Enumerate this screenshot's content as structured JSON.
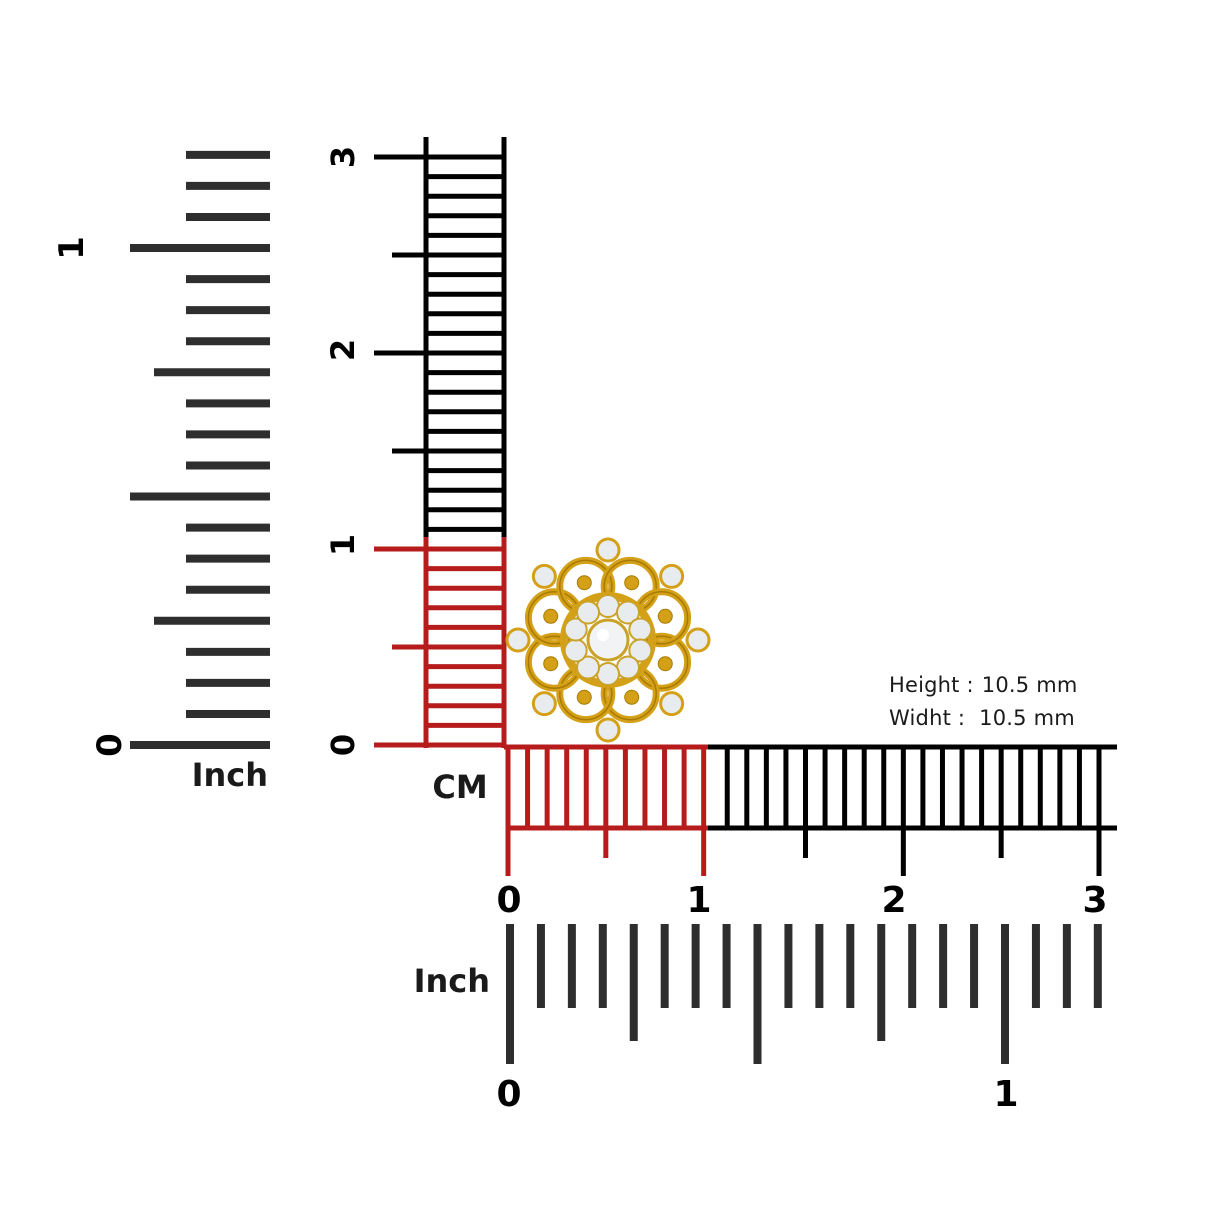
{
  "colors": {
    "background": "#ffffff",
    "ruler_black": "#000000",
    "ruler_gray": "#2e2e2e",
    "ruler_red": "#b71c1c",
    "gold": "#d4a017",
    "gold_dark": "#a87a00",
    "stone": "#e9ecef"
  },
  "left_inch_ruler": {
    "unit_label": "Inch",
    "tick_labels": [
      "0",
      "1"
    ]
  },
  "vertical_cm_ruler": {
    "tick_labels": [
      "0",
      "1",
      "2",
      "3"
    ]
  },
  "horizontal_cm_ruler": {
    "unit_label": "CM",
    "tick_labels": [
      "0",
      "1",
      "2",
      "3"
    ]
  },
  "bottom_inch_ruler": {
    "unit_label": "Inch",
    "tick_labels": [
      "0",
      "1"
    ]
  },
  "dimensions": {
    "height_label": "Height :",
    "height_value": "10.5 mm",
    "width_label": "Widht :",
    "width_value": "10.5 mm"
  },
  "product": {
    "icon": "floral-diamond-stud-icon"
  }
}
